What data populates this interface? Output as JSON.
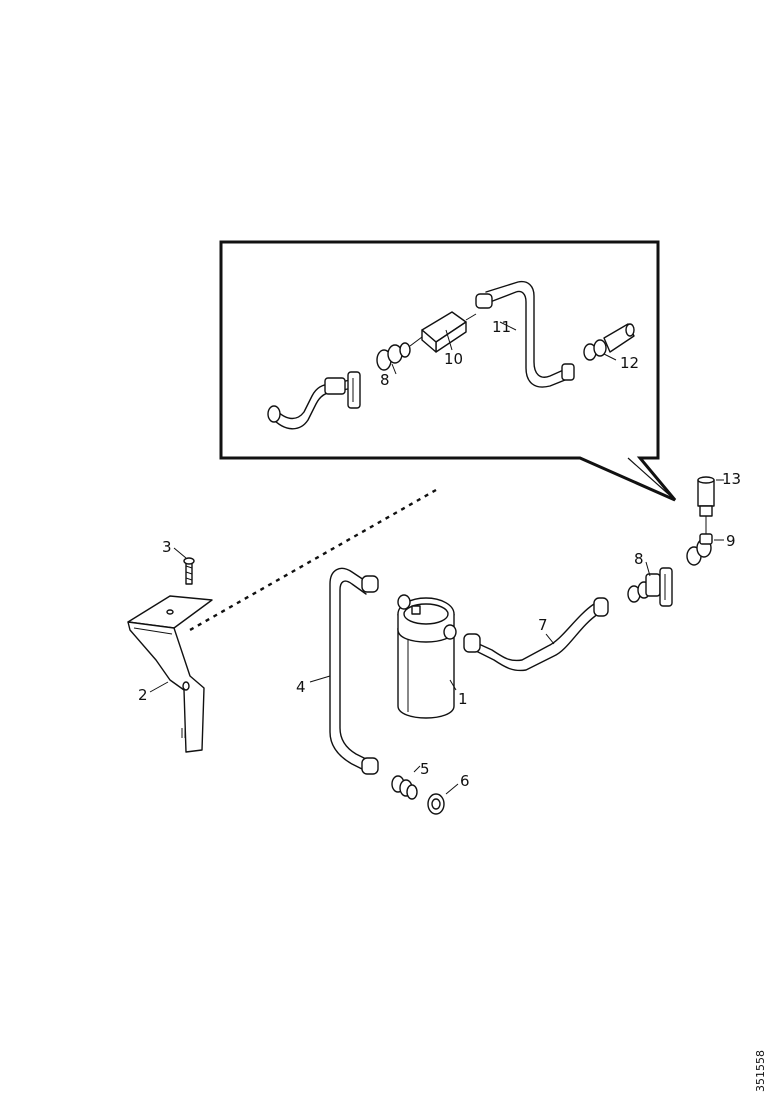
{
  "callouts": {
    "n1": "1",
    "n2": "2",
    "n3": "3",
    "n4": "4",
    "n5": "5",
    "n6": "6",
    "n7": "7",
    "n8": "8",
    "n9": "9",
    "n10": "10",
    "n11": "11",
    "n12": "12",
    "n13": "13"
  },
  "inset": {
    "n8": "8",
    "n10": "10",
    "n11": "11",
    "n12": "12"
  },
  "drawing_ref": "351558"
}
